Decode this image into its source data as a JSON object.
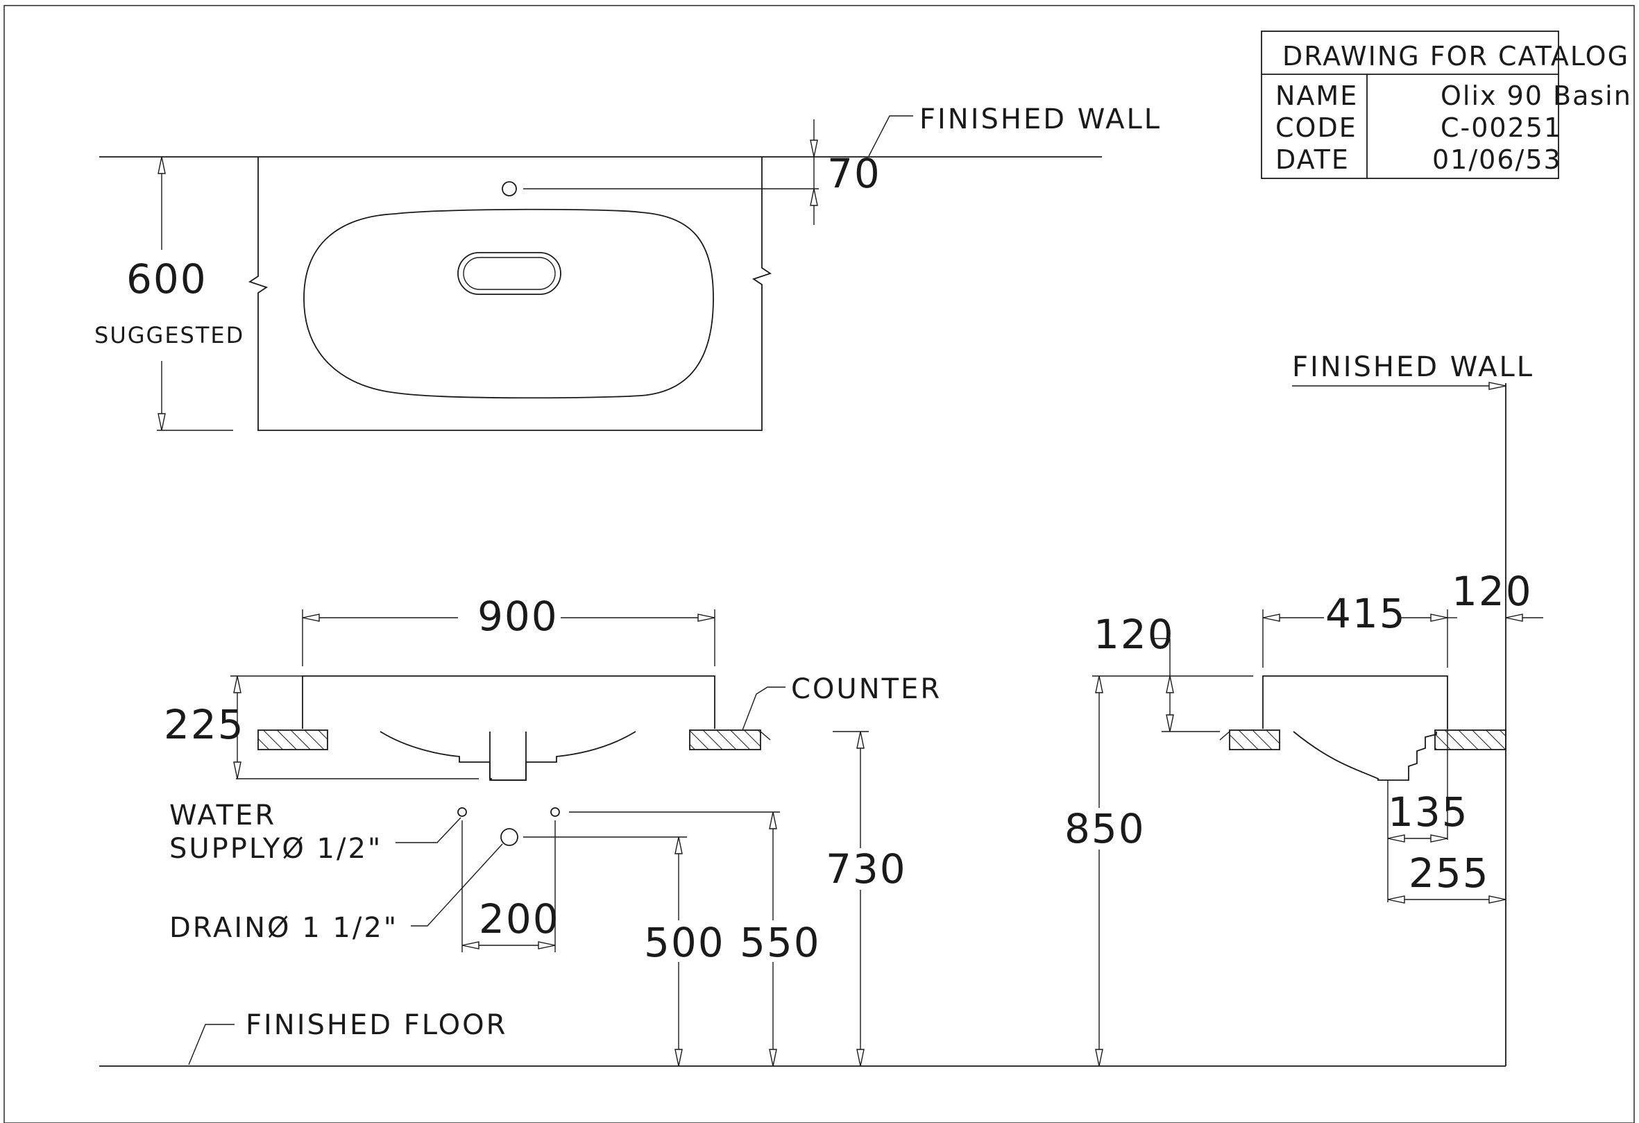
{
  "title_block": {
    "heading": "DRAWING FOR CATALOG",
    "name_label": "NAME",
    "name_value": "Olix 90 Basin",
    "code_label": "CODE",
    "code_value": "C-00251",
    "date_label": "DATE",
    "date_value": "01/06/53"
  },
  "top_view": {
    "finished_wall_label": "FINISHED WALL",
    "dim_depth": "600",
    "suggested_label": "SUGGESTED",
    "dim_tap_offset": "70"
  },
  "front_view": {
    "dim_width": "900",
    "dim_height": "225",
    "counter_label": "COUNTER",
    "water_supply_line1": "WATER",
    "water_supply_line2": "SUPPLYØ 1/2\"",
    "drain_label": "DRAINØ 1  1/2\"",
    "dim_supply_spacing": "200",
    "dim_drain_height": "500",
    "dim_supply_height": "550",
    "dim_counter_height": "730",
    "finished_floor_label": "FINISHED FLOOR"
  },
  "side_view": {
    "finished_wall_label": "FINISHED WALL",
    "dim_total_height": "850",
    "dim_above_counter": "120",
    "dim_basin_depth": "415",
    "dim_wall_gap": "120",
    "dim_drain_offset": "135",
    "dim_wall_to_drain": "255"
  }
}
